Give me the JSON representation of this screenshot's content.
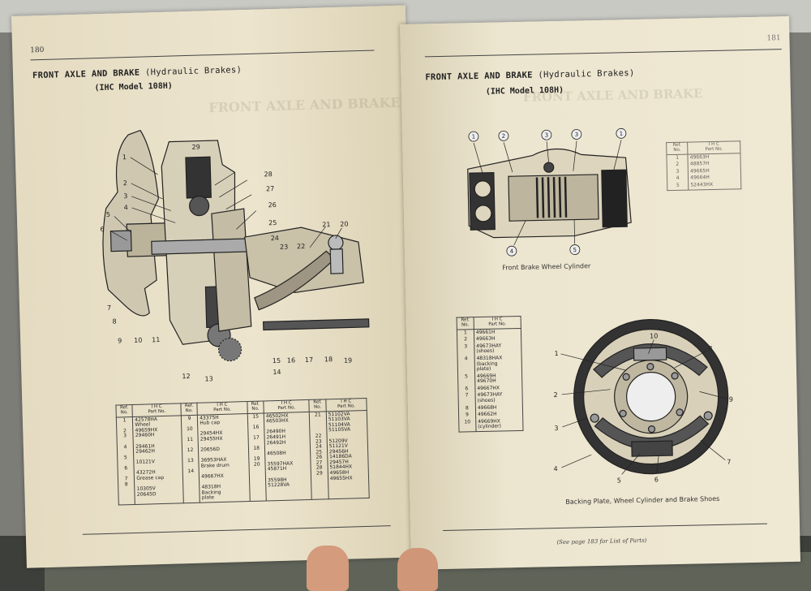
{
  "left_page": {
    "page_number": "180",
    "title_main": "FRONT AXLE AND BRAKE",
    "title_paren": "(Hydraulic Brakes)",
    "model": "(IHC Model 108H)",
    "callouts": [
      "1",
      "2",
      "3",
      "4",
      "5",
      "6",
      "7",
      "8",
      "9",
      "10",
      "11",
      "12",
      "13",
      "14",
      "15",
      "16",
      "17",
      "18",
      "19",
      "20",
      "21",
      "22",
      "23",
      "24",
      "25",
      "26",
      "27",
      "28",
      "29"
    ],
    "table_headers": {
      "ref": "Ref.\nNo.",
      "part": "I H C\nPart No."
    },
    "table_columns": [
      {
        "refs": "1\n\n2\n3\n\n4\n\n5\n\n6\n\n7\n8",
        "parts": "42578HA\nWheel\n49659HX\n29460H\n\n29461H\n29462H\n\n10121V\n\n43272H\nGrease cap\n\n10305V\n20645D"
      },
      {
        "refs": "9\n\n10\n\n11\n\n12\n\n13\n\n14",
        "parts": "43375H\nHub cap\n\n29454HX\n29455HX\n\n20656D\n\n36953HAX\nBrake drum\n\n49667HX\n\n48318H\nBacking\nplate"
      },
      {
        "refs": "15\n\n16\n\n17\n\n18\n\n19\n20",
        "parts": "46502HX\n46503HX\n\n26490H\n26491H\n26492H\n\n46508H\n\n35597HAX\n45871H\n\n35598H\n51228VA"
      },
      {
        "refs": "21\n\n\n\n22\n23\n24\n25\n26\n27\n28\n29",
        "parts": "51102VA\n51103VA\n51104VA\n51105VA\n\n51209V\n51121V\n29456H\n14186DA\n29457H\n51844HX\n49658H\n49655HX"
      }
    ]
  },
  "right_page": {
    "page_number": "181",
    "title_main": "FRONT AXLE AND BRAKE",
    "title_paren": "(Hydraulic Brakes)",
    "model": "(IHC Model 108H)",
    "wheel_cylinder_caption": "Front Brake Wheel Cylinder",
    "wheel_cylinder_callouts": [
      "1",
      "2",
      "3",
      "3",
      "1",
      "4",
      "5"
    ],
    "small_table": {
      "headers": {
        "ref": "Ref.\nNo.",
        "part": "I H C\nPart No."
      },
      "rows": [
        {
          "ref": "1",
          "part": "49663H"
        },
        {
          "ref": "2",
          "part": "48857H"
        },
        {
          "ref": "3",
          "part": "49665H"
        },
        {
          "ref": "4",
          "part": "49664H"
        },
        {
          "ref": "5",
          "part": "52443HX"
        }
      ]
    },
    "backing_table": {
      "headers": {
        "ref": "Ref.\nNo.",
        "part": "I H C\nPart No."
      },
      "rows": [
        {
          "ref": "1",
          "part": "49661H"
        },
        {
          "ref": "2",
          "part": "49663H"
        },
        {
          "ref": "3",
          "part": "49673HAY\n(shoes)"
        },
        {
          "ref": "4",
          "part": "48318HAX\n(backing\nplate)"
        },
        {
          "ref": "5",
          "part": "49669H\n49670H"
        },
        {
          "ref": "6",
          "part": "49667HX"
        },
        {
          "ref": "7",
          "part": "49673HAY\n(shoes)"
        },
        {
          "ref": "8",
          "part": "49668H"
        },
        {
          "ref": "9",
          "part": "49662H"
        },
        {
          "ref": "10",
          "part": "49669HX\n(cylinder)"
        }
      ]
    },
    "backing_plate_caption": "Backing Plate, Wheel Cylinder and Brake Shoes",
    "backing_plate_callouts": [
      "1",
      "10",
      "8",
      "2",
      "9",
      "3",
      "4",
      "7",
      "5",
      "6"
    ],
    "footnote": "(See page 183 for List of Parts)"
  },
  "colors": {
    "paper": "#e8e0c9",
    "ink": "#222222",
    "background": "#7d7d78"
  }
}
